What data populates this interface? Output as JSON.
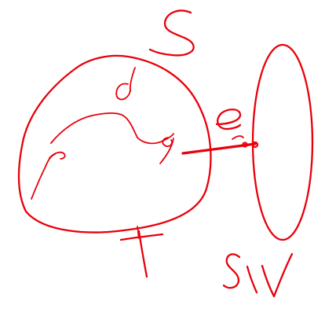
{
  "ink_color": "#e8000b",
  "background_color": "#ffffff",
  "labels": {
    "surface_letter": "S",
    "tangent_letter": "T",
    "complement_label": "S\\V"
  }
}
